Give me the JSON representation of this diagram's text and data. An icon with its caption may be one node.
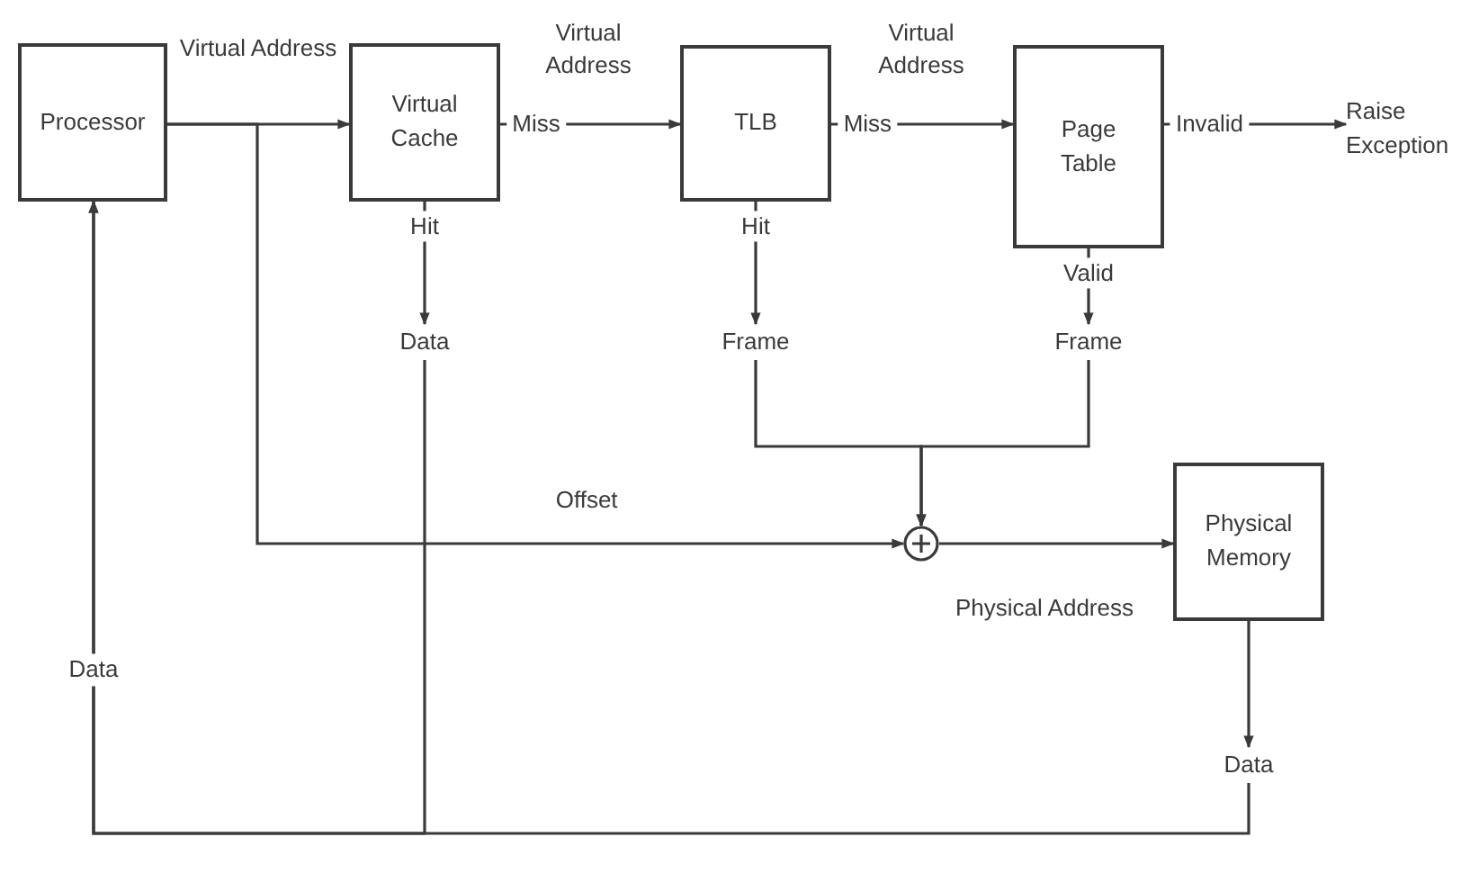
{
  "diagram": {
    "nodes": [
      {
        "text": [
          "Processor"
        ]
      },
      {
        "text": [
          "Virtual Cache"
        ]
      },
      {
        "text": [
          "TLB"
        ]
      },
      {
        "text": [
          "Page Table"
        ]
      },
      {
        "text": [
          "Raise Exception"
        ]
      },
      {
        "text": [
          "Data"
        ]
      },
      {
        "text": [
          "Frame"
        ]
      },
      {
        "text": [
          "Frame"
        ]
      },
      {
        "text": [],
        "shape": "circle"
      },
      {
        "text": [
          "Physical Memory"
        ]
      },
      {
        "text": [
          "Data"
        ]
      }
    ],
    "edges": [
      {
        "from": 0,
        "to": 1,
        "arrow": "to",
        "label": "Virtual Address"
      },
      {
        "from": 1,
        "to": 2,
        "arrow": "to",
        "label": "Miss"
      },
      {
        "from": 2,
        "to": 3,
        "arrow": "to",
        "label": "Miss"
      },
      {
        "from": 3,
        "to": 4,
        "arrow": "to",
        "label": "Invalid"
      },
      {
        "from": 1,
        "to": 5,
        "arrow": "to",
        "label": "Hit"
      },
      {
        "from": 2,
        "to": 6,
        "arrow": "to",
        "label": "Hit"
      },
      {
        "from": 3,
        "to": 7,
        "arrow": "to",
        "label": "Valid"
      },
      {
        "from": 6,
        "to": 8,
        "arrow": "to"
      },
      {
        "from": 7,
        "to": 8,
        "arrow": "to"
      },
      {
        "from": 0,
        "to": 8,
        "arrow": "to",
        "label": "Offset"
      },
      {
        "from": 8,
        "to": 9,
        "arrow": "to",
        "label": "Physical Address"
      },
      {
        "from": 9,
        "to": 10,
        "arrow": "to"
      },
      {
        "from": 5,
        "to": 0,
        "arrow": "to"
      },
      {
        "from": 10,
        "to": 0,
        "arrow": "to",
        "label": "Data"
      }
    ],
    "labels": [
      "Virtual Address",
      "Virtual Address"
    ]
  }
}
